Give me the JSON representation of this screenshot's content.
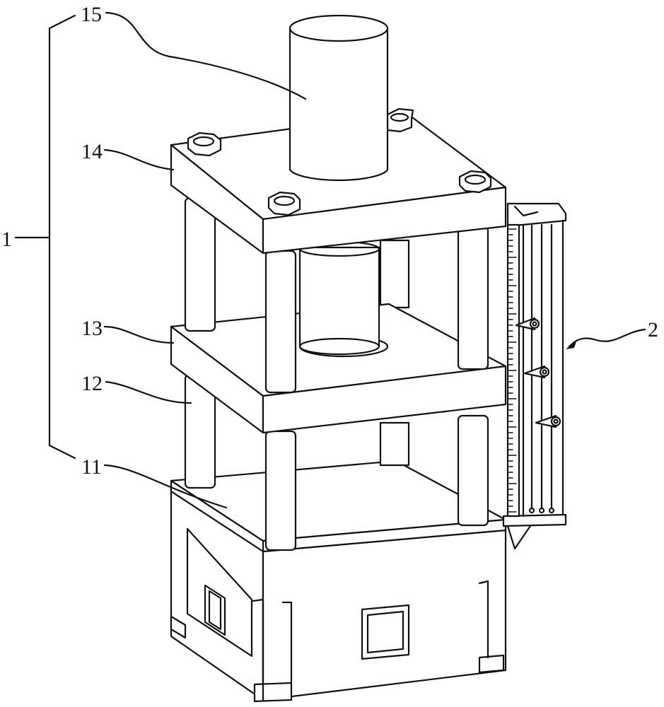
{
  "labels": {
    "frame": "1",
    "scale_device": "2",
    "base": "11",
    "guide_column": "12",
    "movable_plate": "13",
    "top_plate": "14",
    "cylinder": "15"
  }
}
